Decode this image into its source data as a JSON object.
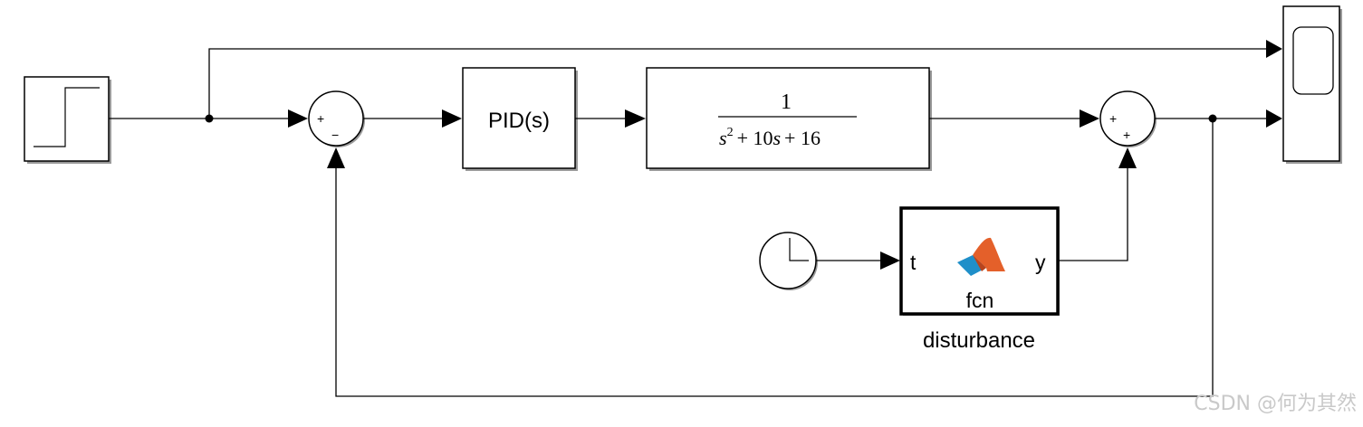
{
  "blocks": {
    "pid": {
      "label": "PID(s)"
    },
    "plant": {
      "numerator": "1",
      "denominator": {
        "term1_base": "s",
        "term1_exp": "2",
        "rest": "+ 10",
        "s_var": "s",
        "tail": "+ 16"
      }
    },
    "sum1": {
      "plus": "+",
      "minus": "−"
    },
    "sum2": {
      "plus1": "+",
      "plus2": "+"
    },
    "fcn": {
      "input_port": "t",
      "output_port": "y",
      "name": "fcn",
      "caption": "disturbance"
    }
  },
  "watermark": "CSDN @何为其然",
  "colors": {
    "line": "#000000",
    "shadow": "#9a9a9a",
    "matlab_logo_orange": "#e4602a",
    "matlab_logo_blue": "#1f8fc9",
    "watermark": "#c9c9c9"
  }
}
